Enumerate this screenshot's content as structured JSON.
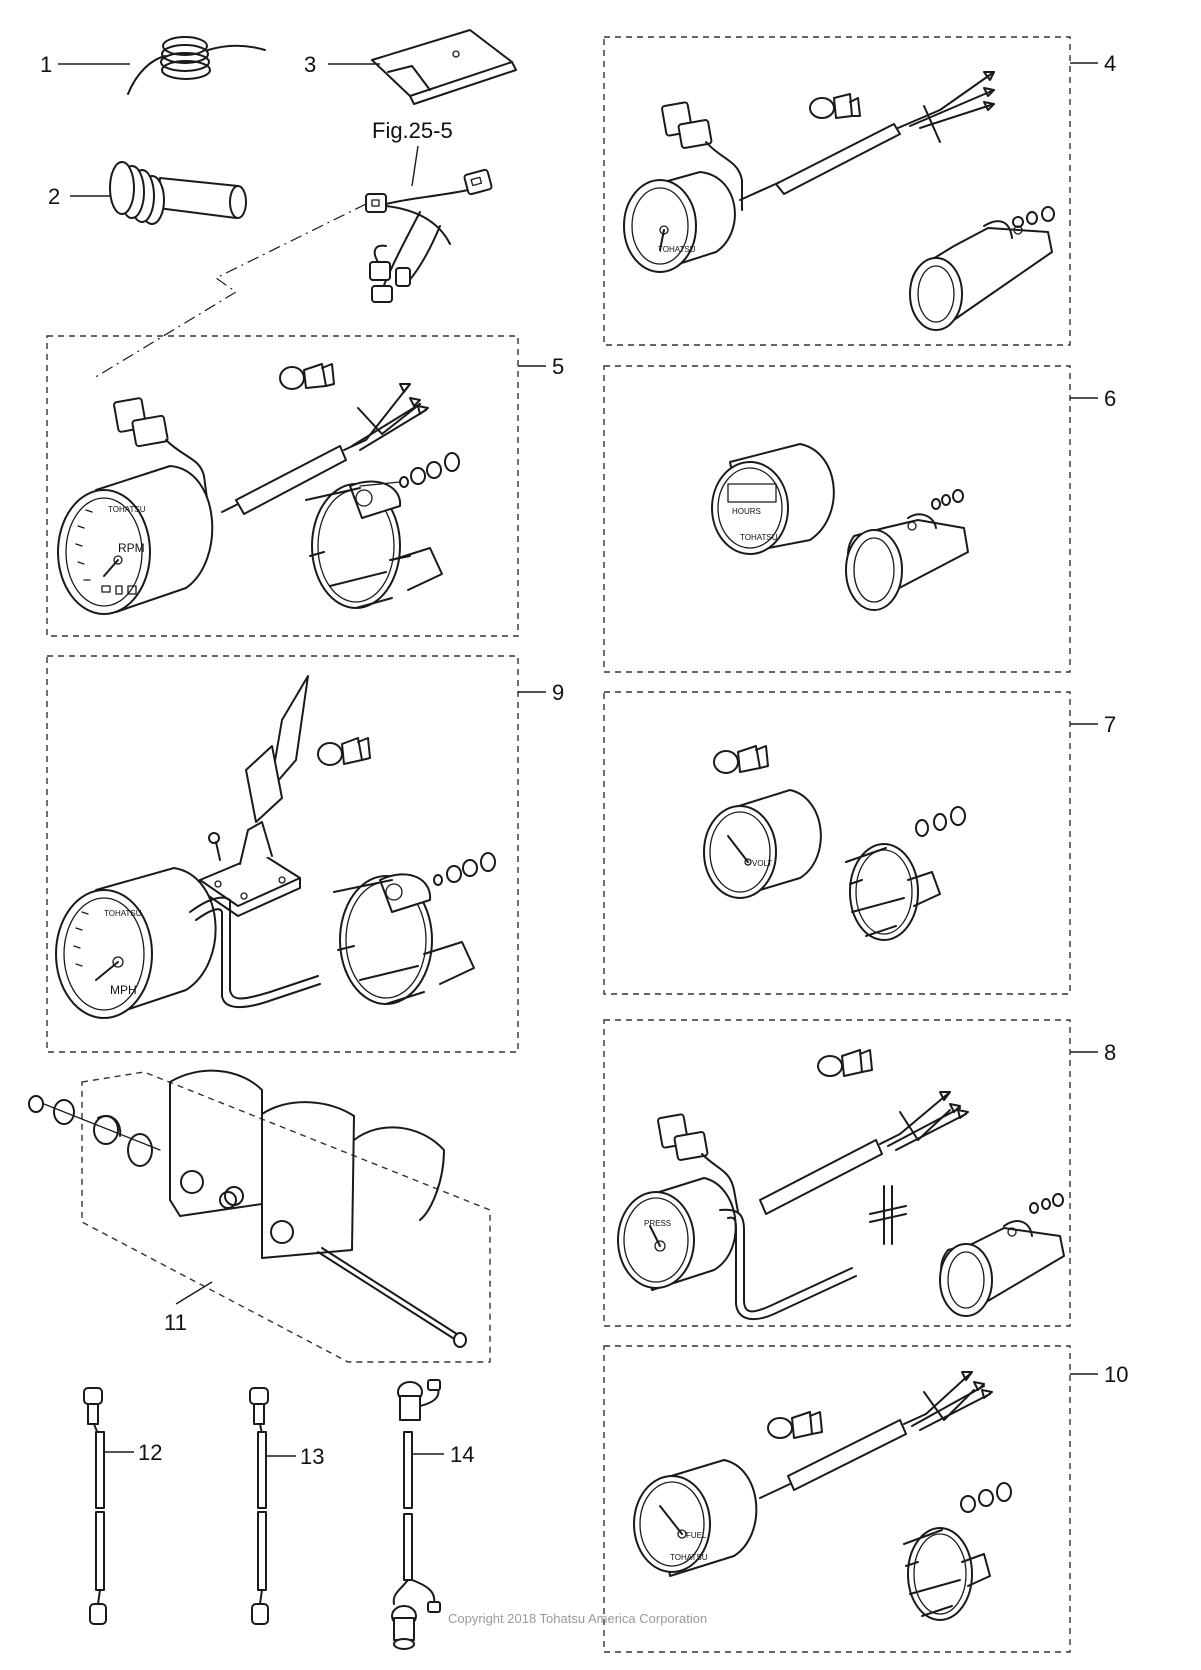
{
  "figure_ref": "Fig.25-5",
  "callouts": {
    "c1": "1",
    "c2": "2",
    "c3": "3",
    "c4": "4",
    "c5": "5",
    "c6": "6",
    "c7": "7",
    "c8": "8",
    "c9": "9",
    "c10": "10",
    "c11": "11",
    "c12": "12",
    "c13": "13",
    "c14": "14"
  },
  "gauge_text": {
    "brand": "TOHATSU",
    "rpm": "RPM",
    "mph": "MPH",
    "hours": "HOURS",
    "fuel": "FUEL",
    "press": "PRESS",
    "volt": "VOLT"
  },
  "copyright": "Copyright 2018 Tohatsu America Corporation"
}
